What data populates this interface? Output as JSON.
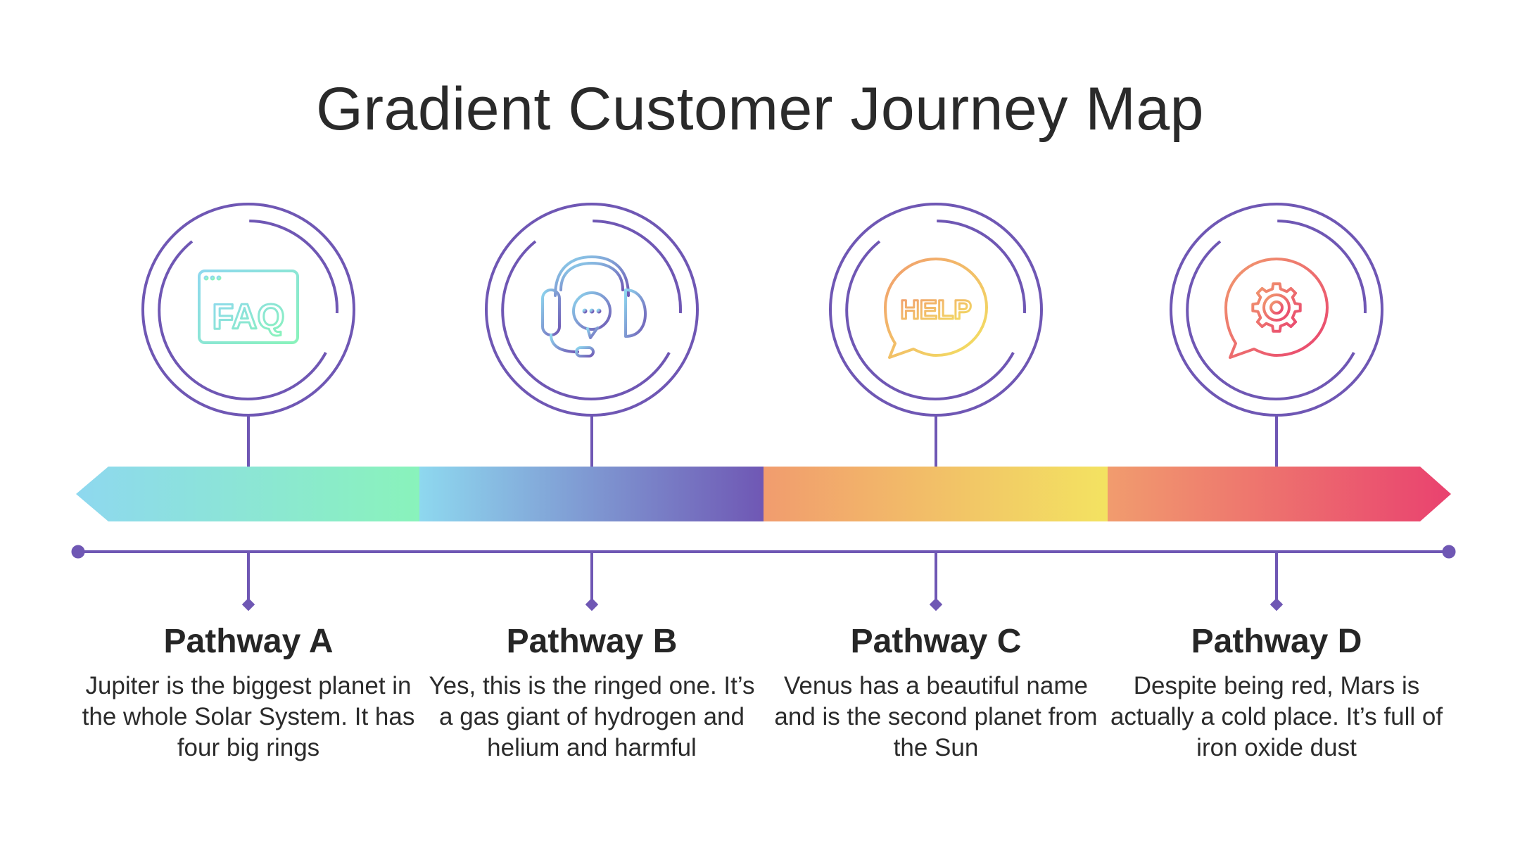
{
  "title": "Gradient Customer Journey Map",
  "colors": {
    "line": "#6f57b4",
    "segments": [
      [
        "#8ed8ef",
        "#89f3bb"
      ],
      [
        "#8ed8ef",
        "#6f57b4"
      ],
      [
        "#f19c6e",
        "#f3e361"
      ],
      [
        "#f19c6e",
        "#e9426f"
      ]
    ]
  },
  "stages": [
    {
      "icon": "faq-window-icon",
      "icon_text": "FAQ",
      "heading": "Pathway A",
      "desc": "Jupiter is the biggest planet in the whole Solar System. It has four big rings"
    },
    {
      "icon": "headset-support-icon",
      "icon_text": "",
      "heading": "Pathway B",
      "desc": "Yes, this is the ringed one. It’s a gas giant of hydrogen and helium and harmful"
    },
    {
      "icon": "help-speech-bubble-icon",
      "icon_text": "HELP",
      "heading": "Pathway C",
      "desc": "Venus has a beautiful name and is the second planet from the Sun"
    },
    {
      "icon": "gear-speech-bubble-icon",
      "icon_text": "",
      "heading": "Pathway D",
      "desc": "Despite being red, Mars is actually a cold place. It’s full of iron oxide dust"
    }
  ]
}
